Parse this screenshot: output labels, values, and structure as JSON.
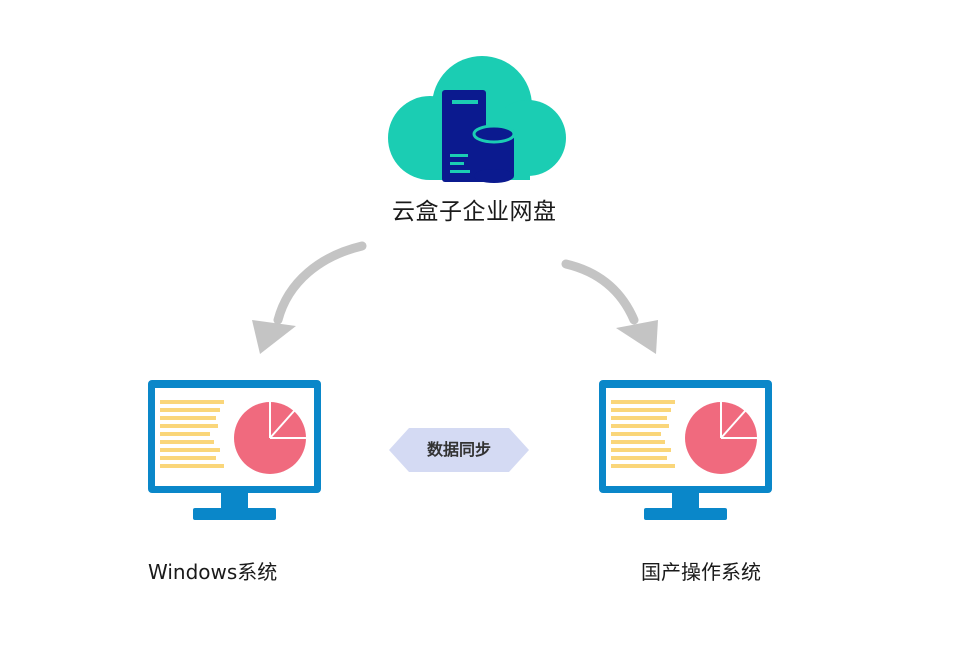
{
  "cloud": {
    "title": "云盒子企业网盘",
    "cloud_color": "#1bcdb3",
    "server_color": "#0b1a8f",
    "server_line_color": "#1bcdb3"
  },
  "sync": {
    "label": "数据同步",
    "badge_color": "#d4daf3"
  },
  "clients": [
    {
      "label": "Windows系统"
    },
    {
      "label": "国产操作系统"
    }
  ],
  "colors": {
    "monitor": "#0a87c9",
    "screen": "#ffffff",
    "text_lines": "#fad67a",
    "pie": "#f06a7e",
    "arrow": "#c4c4c4"
  },
  "icons": {
    "cloud": "cloud-server-icon",
    "monitor": "monitor-icon",
    "pie": "pie-chart-icon",
    "arrow": "curved-arrow-icon"
  }
}
